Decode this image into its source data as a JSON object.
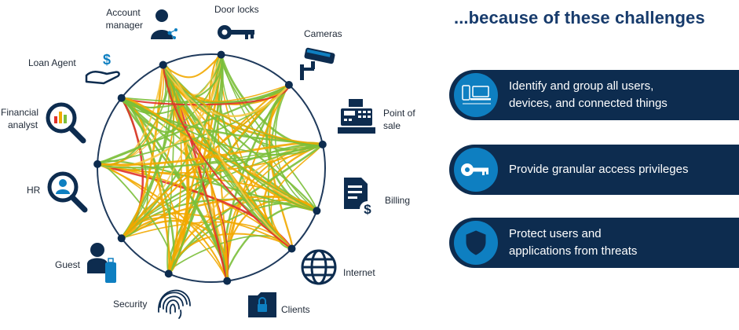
{
  "diagram": {
    "nodes": [
      {
        "id": "account_manager",
        "lines": [
          "Account",
          "manager"
        ],
        "icon": "account-manager-icon"
      },
      {
        "id": "door_locks",
        "lines": [
          "Door locks"
        ],
        "icon": "key-icon"
      },
      {
        "id": "cameras",
        "lines": [
          "Cameras"
        ],
        "icon": "camera-icon"
      },
      {
        "id": "point_of_sale",
        "lines": [
          "Point of",
          "sale"
        ],
        "icon": "cash-register-icon"
      },
      {
        "id": "billing",
        "lines": [
          "Billing"
        ],
        "icon": "billing-document-icon"
      },
      {
        "id": "internet",
        "lines": [
          "Internet"
        ],
        "icon": "globe-icon"
      },
      {
        "id": "clients",
        "lines": [
          "Clients"
        ],
        "icon": "locked-folder-icon"
      },
      {
        "id": "security",
        "lines": [
          "Security"
        ],
        "icon": "fingerprint-icon"
      },
      {
        "id": "guest",
        "lines": [
          "Guest"
        ],
        "icon": "guest-with-luggage-icon"
      },
      {
        "id": "hr",
        "lines": [
          "HR"
        ],
        "icon": "hr-magnifier-icon"
      },
      {
        "id": "financial_analyst",
        "lines": [
          "Financial",
          "analyst"
        ],
        "icon": "chart-magnifier-icon"
      },
      {
        "id": "loan_agent",
        "lines": [
          "Loan Agent"
        ],
        "icon": "hand-dollar-icon"
      }
    ],
    "colors": {
      "ring": "#1f3a5c",
      "nodes": "#0d2c4f",
      "icons": "#0d2c4f",
      "accent": "#0e7fc1",
      "connections": [
        "#f2a900",
        "#7bbf3a",
        "#e0322a",
        "#f7c948"
      ]
    }
  },
  "panel": {
    "title": "...because of these challenges",
    "cards": [
      {
        "icon": "devices-icon",
        "lines": [
          "Identify and group all users,",
          "devices, and connected things"
        ]
      },
      {
        "icon": "key-icon",
        "lines": [
          "Provide granular access privileges"
        ]
      },
      {
        "icon": "shield-icon",
        "lines": [
          "Protect users and",
          "applications from threats"
        ]
      }
    ],
    "colors": {
      "title": "#173b6c",
      "card_bg": "#0d2c4f",
      "badge": "#0e7fc1",
      "card_text": "#ffffff"
    }
  }
}
